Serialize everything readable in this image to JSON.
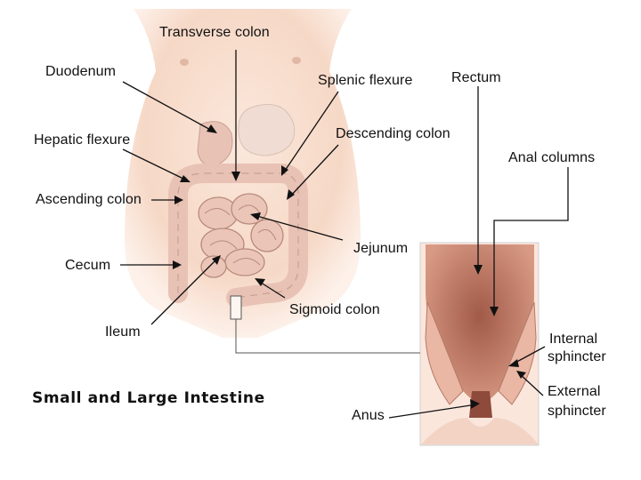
{
  "diagram": {
    "title": "Small and Large Intestine",
    "labels": {
      "transverse_colon": "Transverse colon",
      "duodenum": "Duodenum",
      "splenic_flexure": "Splenic flexure",
      "rectum": "Rectum",
      "hepatic_flexure": "Hepatic flexure",
      "descending_colon": "Descending colon",
      "anal_columns": "Anal columns",
      "ascending_colon": "Ascending colon",
      "jejunum": "Jejunum",
      "cecum": "Cecum",
      "sigmoid_colon": "Sigmoid colon",
      "ileum": "Ileum",
      "internal_sphincter_1": "Internal",
      "internal_sphincter_2": "sphincter",
      "external_sphincter_1": "External",
      "external_sphincter_2": "sphincter",
      "anus": "Anus"
    }
  },
  "colors": {
    "skin": "#f6d9c8",
    "intestine": "#e8c2b5",
    "rectum": "#b5705e",
    "line": "#111111"
  }
}
